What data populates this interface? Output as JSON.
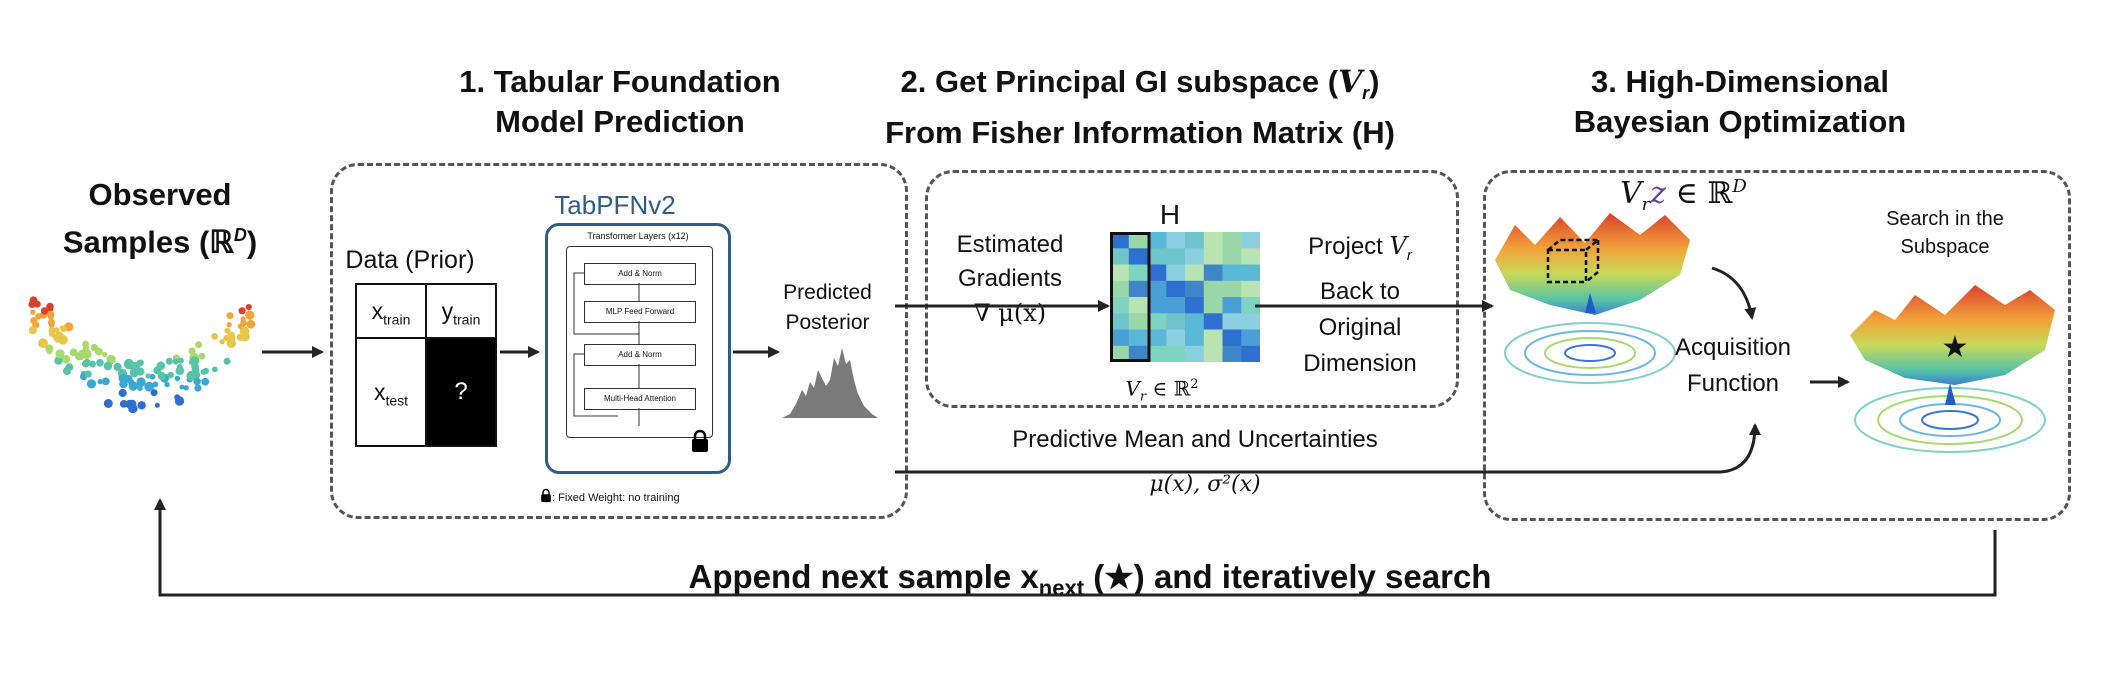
{
  "observed": {
    "line1": "Observed",
    "line2": "Samples (ℝ",
    "sup": "D",
    "close": ")"
  },
  "stage1": {
    "title_line1": "1. Tabular Foundation",
    "title_line2": "Model Prediction",
    "data_label": "Data (Prior)",
    "x_train": "x",
    "x_train_sub": "train",
    "y_train": "y",
    "y_train_sub": "train",
    "x_test": "x",
    "x_test_sub": "test",
    "unknown": "?",
    "model_name": "TabPFNv2",
    "transformer_label": "Transformer Layers (x12)",
    "layers": [
      "Add & Norm",
      "MLP Feed Forward",
      "Add & Norm",
      "Multi-Head Attention"
    ],
    "fixed_note": ": Fixed Weight: no training",
    "posterior_line1": "Predicted",
    "posterior_line2": "Posterior"
  },
  "stage2": {
    "title_line1": "2. Get Principal GI subspace (",
    "title_var": "V",
    "title_var_sub": "r",
    "title_close": ")",
    "title_line2": "From Fisher Information Matrix (H)",
    "grad_line1": "Estimated",
    "grad_line2": "Gradients",
    "grad_line3": "∇ μ(x)",
    "matrix_label": "H",
    "subspace_label": "V",
    "subspace_sub": "r",
    "subspace_rest": " ∈ ℝ",
    "subspace_sup": "2",
    "project_line1": "Project ",
    "project_var": "V",
    "project_var_sub": "r",
    "project_line2": "Back to",
    "project_line3": "Original",
    "project_line4": "Dimension"
  },
  "stage3": {
    "title_line1": "3. High-Dimensional",
    "title_line2": "Bayesian Optimization",
    "vrz_v": "V",
    "vrz_sub": "r",
    "vrz_z": "z",
    "vrz_rest": " ∈ ℝ",
    "vrz_sup": "D",
    "acq_line1": "Acquisition",
    "acq_line2": "Function",
    "search_line1": "Search in the",
    "search_line2": "Subspace",
    "star": "★"
  },
  "flow": {
    "predictive_label": "Predictive Mean and Uncertainties",
    "predictive_formula": "μ(x), σ²(x)",
    "loop_before": "Append next sample x",
    "loop_sub": "next",
    "loop_after": " (★) and iteratively search"
  },
  "colors": {
    "accent_blue": "#2f5d8a",
    "arrow": "#222222",
    "dashed_border": "#555555",
    "vrz_z": "#6a3ea1"
  }
}
